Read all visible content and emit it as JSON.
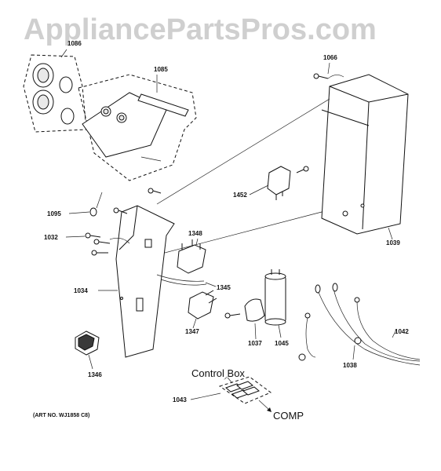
{
  "watermark": "AppliancePartsPros.com",
  "callouts": {
    "p1086": "1086",
    "p1085": "1085",
    "p1066": "1066",
    "p1452": "1452",
    "p1095": "1095",
    "p1348": "1348",
    "p1032": "1032",
    "p1039": "1039",
    "p1345": "1345",
    "p1034": "1034",
    "p1347": "1347",
    "p1037": "1037",
    "p1045": "1045",
    "p1042": "1042",
    "p1038": "1038",
    "p1346": "1346",
    "p1043": "1043"
  },
  "labels": {
    "control_box": "Control Box",
    "comp": "COMP",
    "art_no": "(ART NO. WJ1858 C8)"
  }
}
